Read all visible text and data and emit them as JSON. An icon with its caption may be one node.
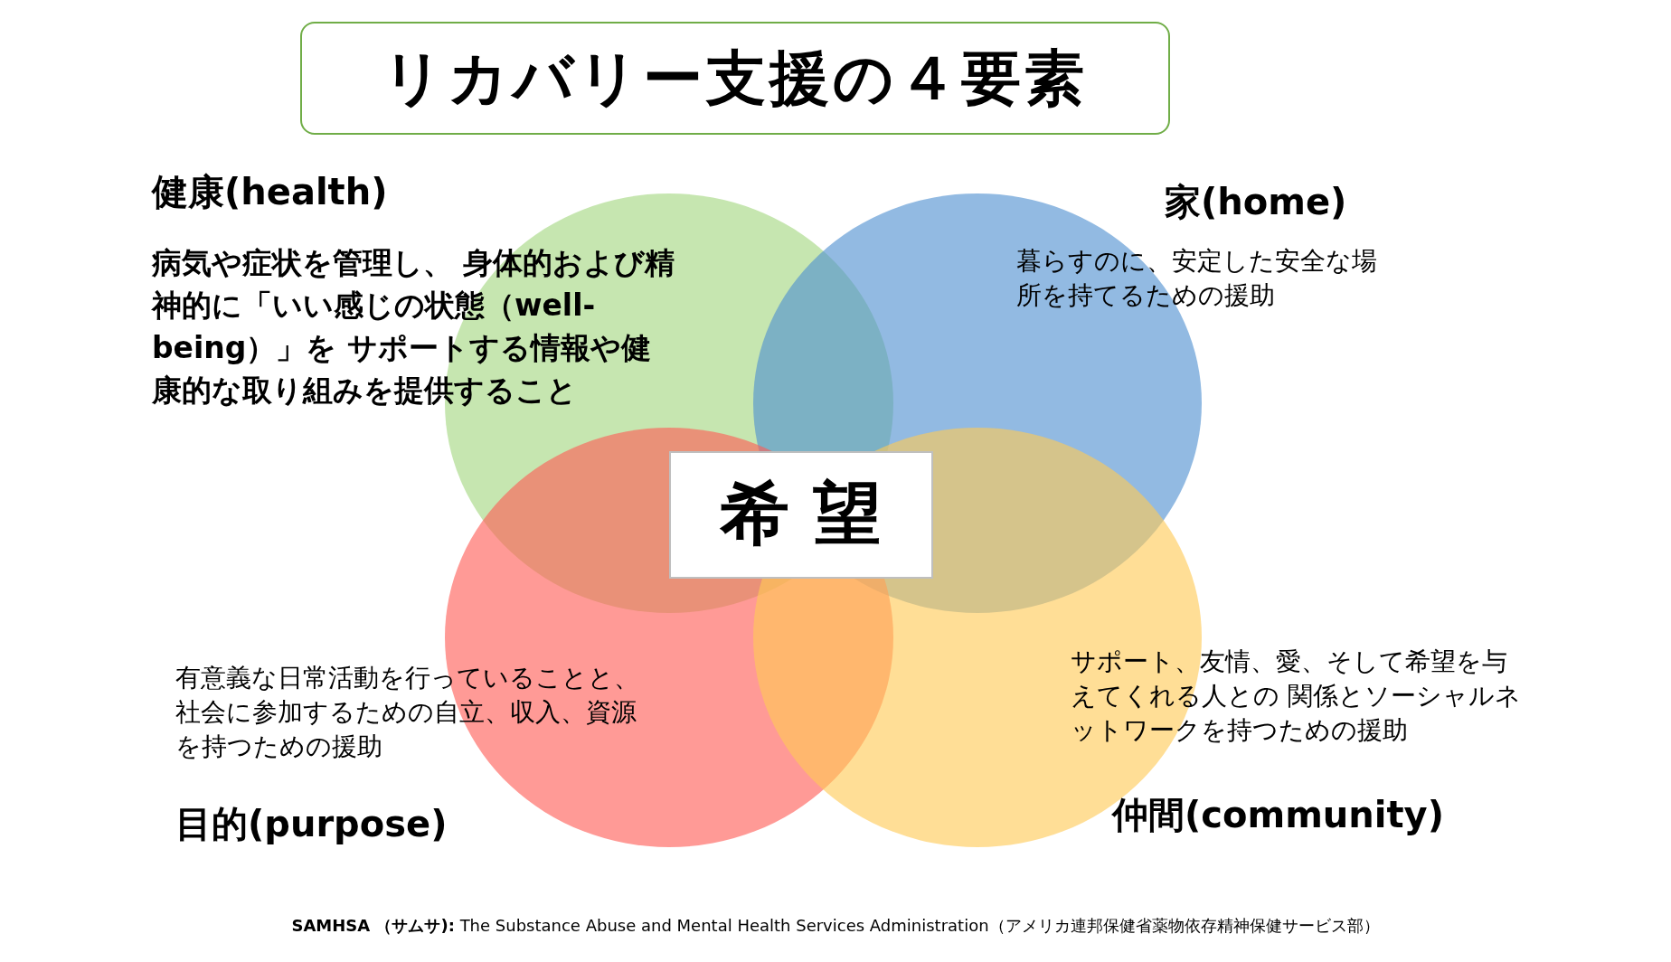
{
  "diagram": {
    "title": "リカバリー支援の４要素",
    "caption": "**SAMHSA （サムサ):** The Substance Abuse and Mental Health Services Administration（アメリカ連邦保健省薬物依存精神保健サービス部）",
    "nodes": [
      {
        "text": [
          "健康(health)",
          "病気や症状を管理し、 身体的および精神的に「いい感じの状態（well-being）」を サポートする情報や健康的な取り組みを提供すること"
        ]
      },
      {
        "text": [
          "家(home)",
          "暮らすのに、安定した安全な場所を持てるための援助"
        ]
      },
      {
        "text": [
          "有意義な日常活動を行っていることと、社会に参加するための自立、収入、資源を持つための援助",
          "目的(purpose)"
        ]
      },
      {
        "text": [
          "サポート、友情、愛、そして希望を与えてくれる人との 関係とソーシャルネットワークを持つための援助",
          "仲間(community)"
        ]
      },
      {
        "text": [
          "希 望"
        ]
      }
    ],
    "edges": []
  }
}
